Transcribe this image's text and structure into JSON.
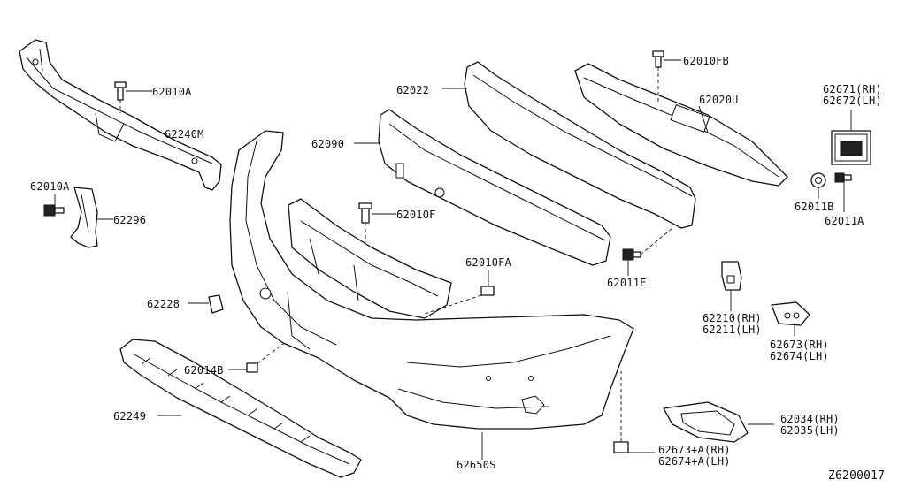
{
  "diagram_id": "Z6200017",
  "labels": {
    "p62010A_top": "62010A",
    "p62240M": "62240M",
    "p62010A_left": "62010A",
    "p62296": "62296",
    "p62228": "62228",
    "p62014B": "62014B",
    "p62249": "62249",
    "p62650S": "62650S",
    "p62022": "62022",
    "p62090": "62090",
    "p62010F": "62010F",
    "p62010FA": "62010FA",
    "p62010FB": "62010FB",
    "p62020U": "62020U",
    "p62011E": "62011E",
    "p62671": "62671(RH)",
    "p62672": "62672(LH)",
    "p62011B": "62011B",
    "p62011A": "62011A",
    "p62210": "62210(RH)",
    "p62211": "62211(LH)",
    "p62673": "62673(RH)",
    "p62674": "62674(LH)",
    "p62034": "62034(RH)",
    "p62035": "62035(LH)",
    "p62673A": "62673+A(RH)",
    "p62674A": "62674+A(LH)"
  }
}
